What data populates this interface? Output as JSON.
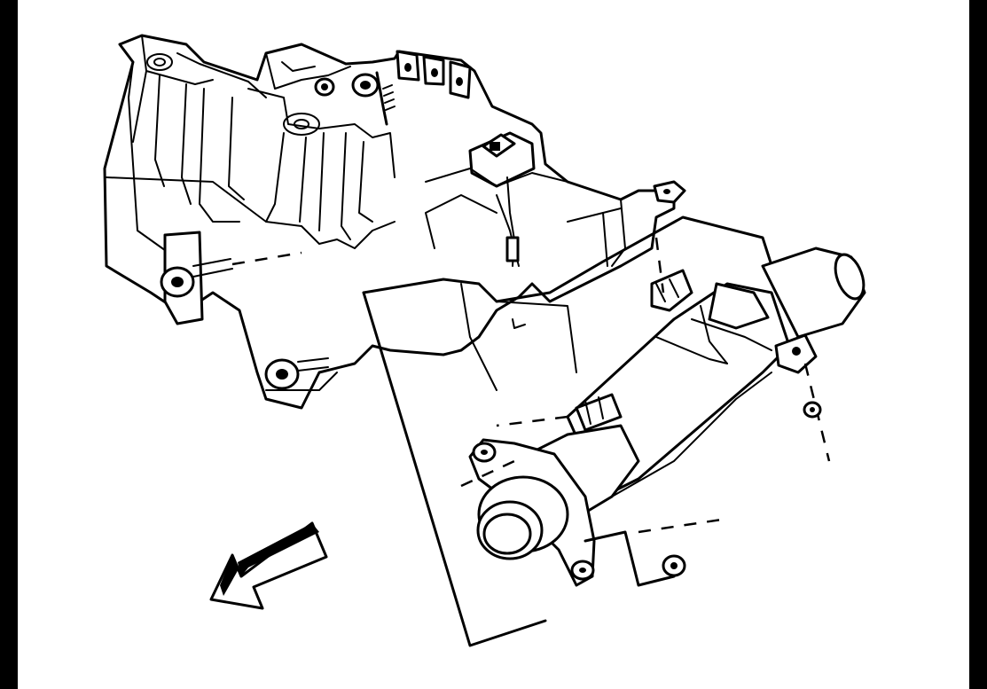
{
  "figure": {
    "description_parts": [
      "dash-housing",
      "steering-column",
      "column-support-bracket",
      "mounting-nut-upper",
      "mounting-nut-lower",
      "direction-arrow"
    ],
    "colors": {
      "line": "#000000",
      "background": "#ffffff"
    },
    "icons": [
      "front-direction-arrow-icon"
    ]
  }
}
